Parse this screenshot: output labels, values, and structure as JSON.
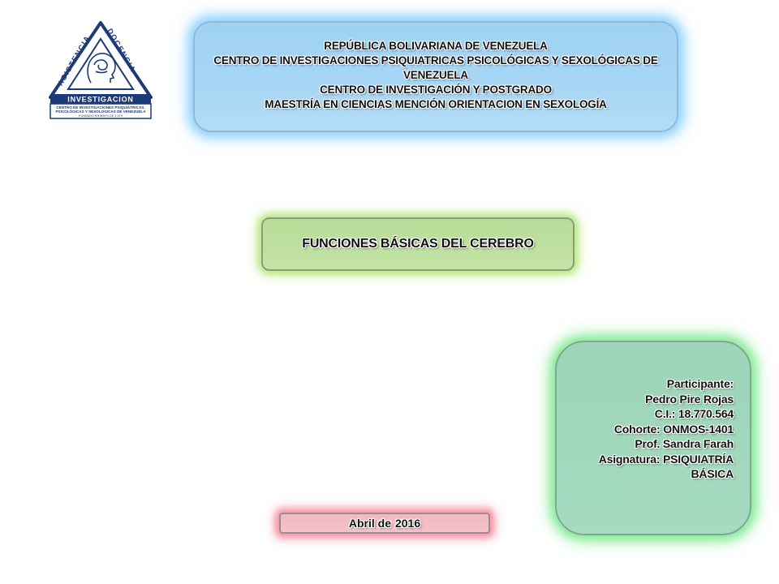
{
  "logo": {
    "icon": "institution-logo",
    "top_text": "ASISTENCIA  DOCENCIA",
    "band_text": "INVESTIGACION",
    "caption_lines": [
      "CENTRO DE INVESTIGACIONES PSIQUIÁTRICAS,",
      "PSICOLÓGICAS Y SEXOLOGICAS DE VENEZUELA",
      "FUNDADO EN MAYO DE 1.979"
    ],
    "color": "#1d3a78"
  },
  "header": {
    "lines": [
      "REPÚBLICA BOLIVARIANA DE VENEZUELA",
      "CENTRO DE INVESTIGACIONES PSIQUIATRICAS PSICOLÓGICAS Y SEXOLÓGICAS DE",
      "VENEZUELA",
      "CENTRO DE INVESTIGACIÓN Y POSTGRADO",
      "MAESTRÍA EN CIENCIAS MENCIÓN ORIENTACION EN SEXOLOGÍA"
    ],
    "color": "#a7d6f4"
  },
  "title": {
    "text": "FUNCIONES BÁSICAS DEL CEREBRO",
    "color": "#bfe0a0"
  },
  "participant": {
    "lines": [
      "Participante:",
      "Pedro Pire Rojas",
      "C.I.: 18.770.564",
      "Cohorte: ONMOS-1401",
      "Prof. Sandra Farah",
      "Asignatura: PSIQUIATRÍA",
      "BÁSICA"
    ],
    "color": "#a1d8bc"
  },
  "date": {
    "label": "Abril de",
    "year": "2016",
    "color": "#f4c2c9"
  }
}
